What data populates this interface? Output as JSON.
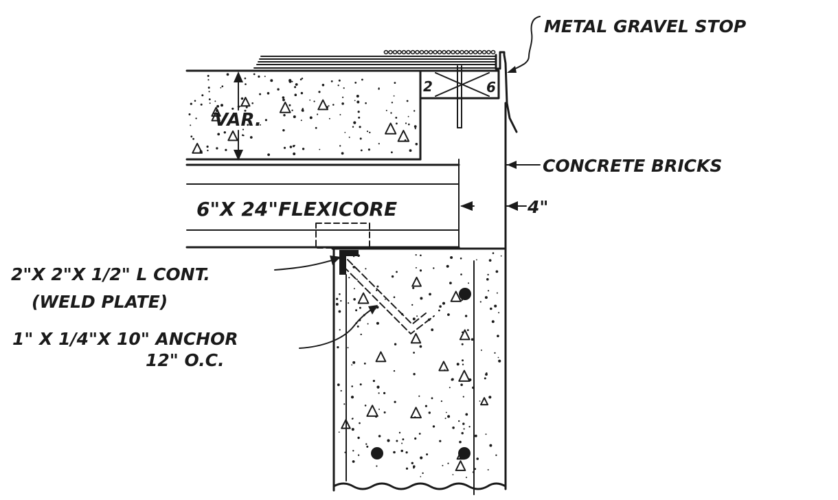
{
  "diagram": {
    "labels": {
      "gravel_stop": "METAL GRAVEL STOP",
      "concrete_bricks": "CONCRETE BRICKS",
      "dim_4": "4\"",
      "var": "VAR.",
      "flexicore": "6\"X 24\"FLEXICORE",
      "angle_line1": "2\"X 2\"X 1/2\" L CONT.",
      "angle_line2": "(WELD PLATE)",
      "anchor_line1": "1\" X 1/4\"X 10\" ANCHOR",
      "anchor_line2": "12\" O.C.",
      "nailer_left": "2",
      "nailer_right": "6"
    }
  }
}
